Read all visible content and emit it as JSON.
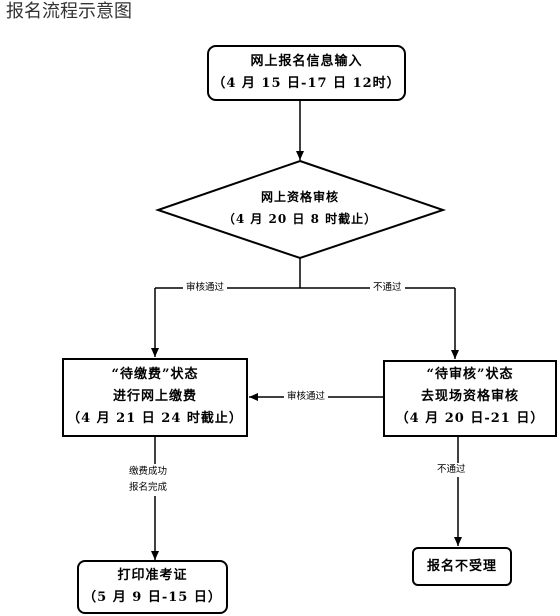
{
  "title": "报名流程示意图",
  "nodes": {
    "start": {
      "line1": "网上报名信息输入",
      "line2": "（4 月 15 日-17 日 12时）"
    },
    "review": {
      "line1": "网上资格审核",
      "line2": "（4 月 20 日 8 时截止）"
    },
    "pay": {
      "line1": "“待缴费”状态",
      "line2": "进行网上缴费",
      "line3": "（4 月 21 日 24 时截止）"
    },
    "onsite": {
      "line1": "“待审核”状态",
      "line2": "去现场资格审核",
      "line3": "（4 月 20 日-21 日）"
    },
    "print": {
      "line1": "打印准考证",
      "line2": "（5 月 9 日-15 日）"
    },
    "reject": {
      "line1": "报名不受理"
    }
  },
  "edges": {
    "review_pass": "审核通过",
    "review_fail": "不通过",
    "onsite_pass": "审核通过",
    "onsite_fail": "不通过",
    "pay_done_1": "缴费成功",
    "pay_done_2": "报名完成"
  }
}
